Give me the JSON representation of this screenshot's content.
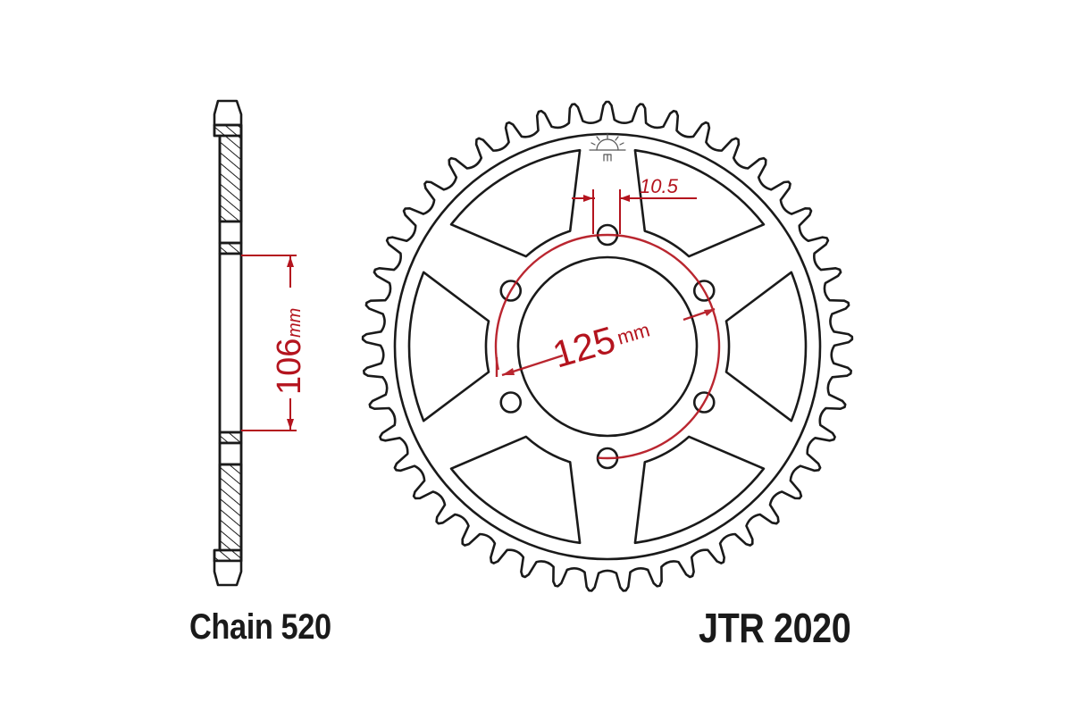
{
  "drawing": {
    "chain_label": "Chain 520",
    "part_number": "JTR 2020",
    "dimensions": {
      "side_bore": {
        "value": "106",
        "unit": "mm"
      },
      "pcd": {
        "value": "125",
        "unit": "mm"
      },
      "bolt_hole": {
        "value": "10.5"
      }
    },
    "sprocket": {
      "teeth_count_estimate": 45,
      "bolt_holes": 6,
      "spokes": 6
    },
    "colors": {
      "line": "#1a1a1a",
      "dimension": "#b4141e",
      "background": "#ffffff"
    }
  }
}
